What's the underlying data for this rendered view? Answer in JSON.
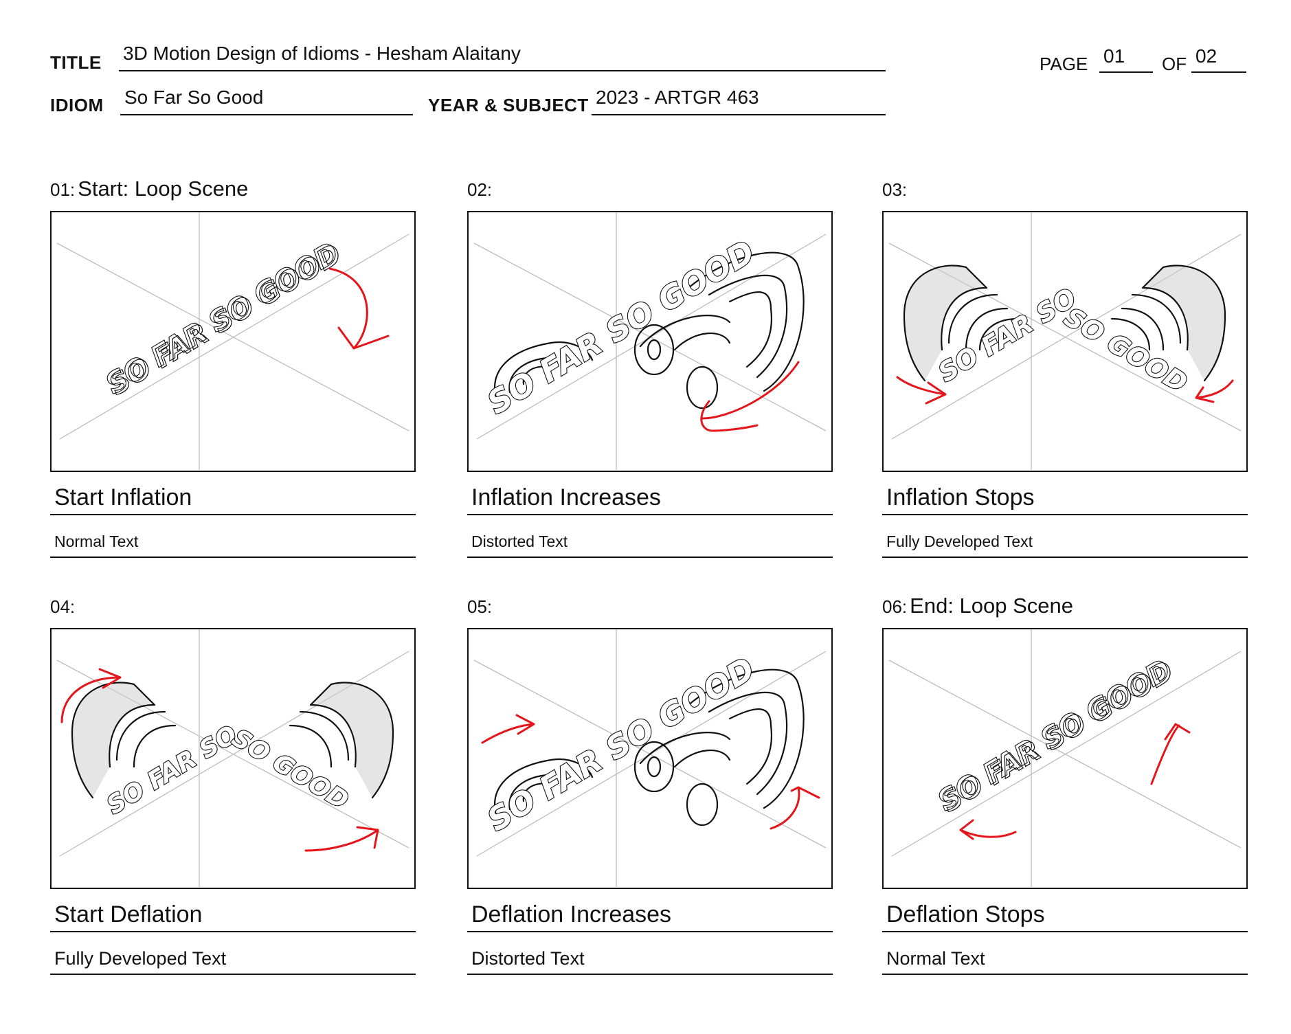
{
  "header": {
    "title_label": "TITLE",
    "title_value": "3D Motion Design of Idioms - Hesham Alaitany",
    "idiom_label": "IDIOM",
    "idiom_value": "So Far So Good",
    "year_label": "YEAR & SUBJECT",
    "year_value": "2023 - ARTGR 463",
    "page_label": "PAGE",
    "page_value": "01",
    "of_label": "OF",
    "of_value": "02"
  },
  "sketch_word": "SO FAR SO GOOD",
  "frames": [
    {
      "num": "01:",
      "heading": "Start: Loop Scene",
      "caption": "Start Inflation",
      "note": "Normal Text"
    },
    {
      "num": "02:",
      "heading": "",
      "caption": "Inflation Increases",
      "note": "Distorted Text"
    },
    {
      "num": "03:",
      "heading": "",
      "caption": "Inflation Stops",
      "note": "Fully Developed Text"
    },
    {
      "num": "04:",
      "heading": "",
      "caption": "Start Deflation",
      "note": "Fully Developed Text"
    },
    {
      "num": "05:",
      "heading": "",
      "caption": "Deflation Increases",
      "note": "Distorted Text"
    },
    {
      "num": "06:",
      "heading": "End: Loop Scene",
      "caption": "Deflation Stops",
      "note": "Normal Text"
    }
  ]
}
